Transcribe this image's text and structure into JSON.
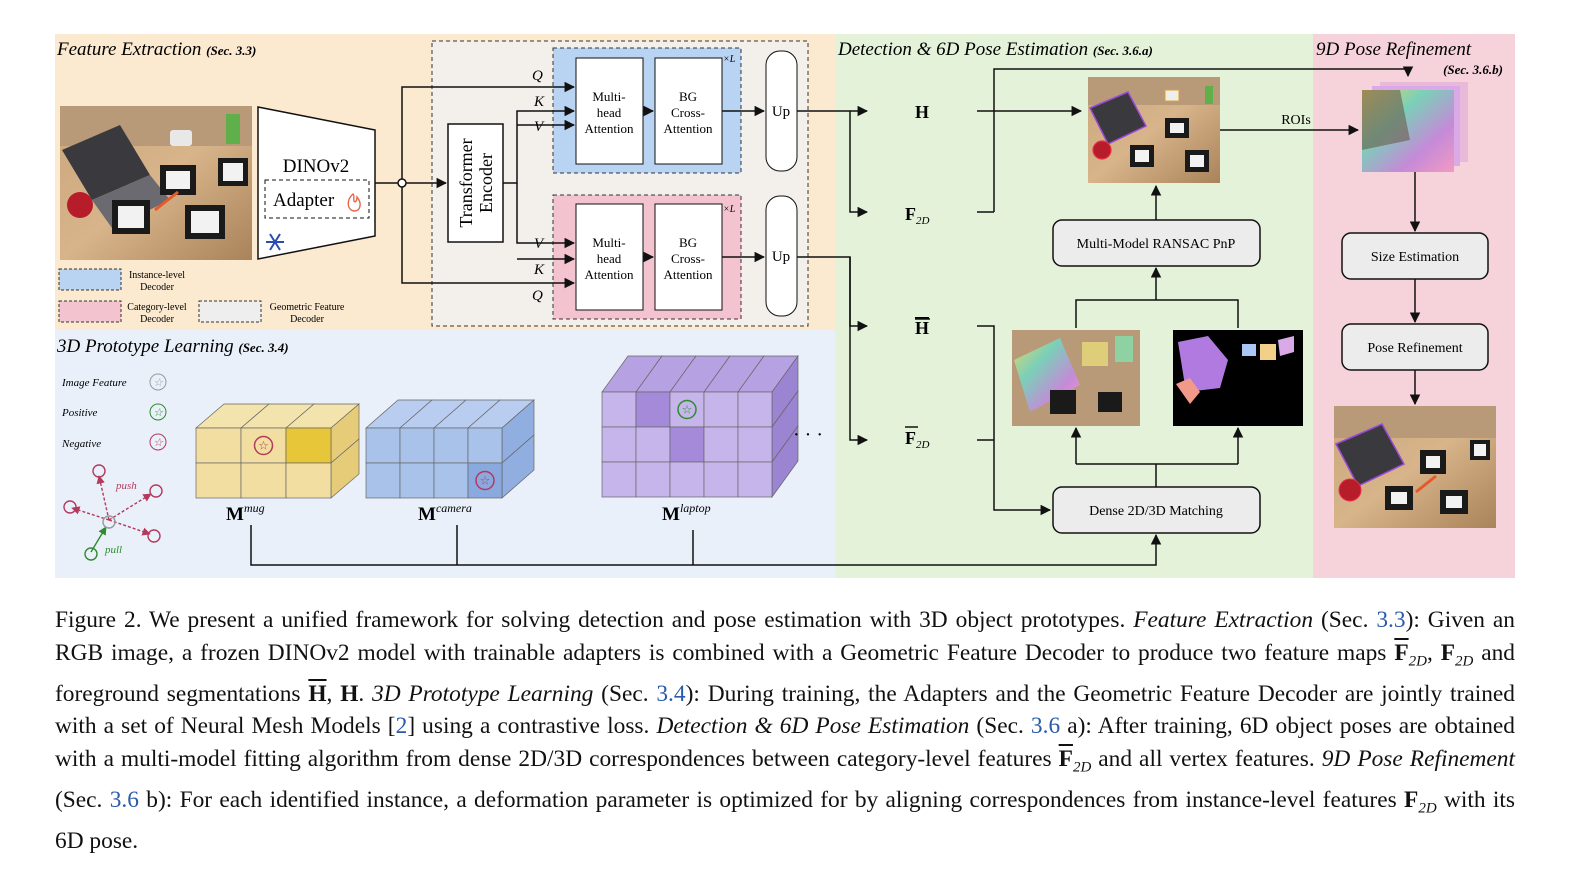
{
  "sections": {
    "feature_extraction": "Feature Extraction",
    "feature_extraction_ref": "(Sec. 3.3)",
    "prototype_learning": "3D Prototype Learning",
    "prototype_learning_ref": "(Sec. 3.4)",
    "detection": "Detection & 6D Pose Estimation",
    "detection_ref": "(Sec. 3.6.a)",
    "refinement": "9D Pose Refinement",
    "refinement_ref": "(Sec. 3.6.b)"
  },
  "blocks": {
    "dinov2": "DINOv2",
    "adapter": "Adapter",
    "transformer_line1": "Transformer",
    "transformer_line2": "Encoder",
    "mha_line1": "Multi-",
    "mha_line2": "head",
    "mha_line3": "Attention",
    "bg_line1": "BG",
    "bg_line2": "Cross-",
    "bg_line3": "Attention",
    "times_l": "×L",
    "up": "Up",
    "q": "Q",
    "k": "K",
    "v": "V",
    "ransac": "Multi-Model RANSAC PnP",
    "matching": "Dense 2D/3D Matching",
    "size_estimation": "Size Estimation",
    "pose_refinement": "Pose Refinement",
    "rois": "ROIs",
    "dots": "· · ·"
  },
  "feature_maps": {
    "h": "H",
    "f2d": "F",
    "f2d_sub": "2D"
  },
  "legend": {
    "instance_level": [
      "Instance-level",
      "Decoder"
    ],
    "category_level": [
      "Category-level",
      "Decoder"
    ],
    "geometric": [
      "Geometric Feature",
      "Decoder"
    ],
    "image_feature": "Image Feature",
    "positive": "Positive",
    "negative": "Negative",
    "push": "push",
    "pull": "pull"
  },
  "prototypes": [
    {
      "base": "M",
      "sup": "mug"
    },
    {
      "base": "M",
      "sup": "camera"
    },
    {
      "base": "M",
      "sup": "laptop"
    }
  ],
  "colors": {
    "feature_bg": "#fbe9d0",
    "prototype_bg": "#e9f0fa",
    "detection_bg": "#e3f2d9",
    "refinement_bg": "#f6d3da",
    "instance_decoder": "#b9d3f2",
    "category_decoder": "#f3c3cf",
    "geometric_decoder": "#eeeeee",
    "mug_cube": "#efd98c",
    "camera_cube": "#9fbbe6",
    "laptop_cube": "#b9a6e0"
  },
  "caption": {
    "p1": "Figure 2.  We present a unified framework for solving detection and pose estimation with 3D object prototypes. ",
    "p2": "Feature Extraction",
    "p3": " (Sec. ",
    "ref1": "3.3",
    "p4": "): Given an RGB image, a frozen DINOv2 model with trainable adapters is combined with a Geometric Feature Decoder to produce two feature maps ",
    "fbar": "F",
    "sub2d": "2D",
    "p5": ", ",
    "p6": " and foreground segmentations ",
    "hbar": "H",
    "p7": ", ",
    "h": "H",
    "p8": ". ",
    "p9": "3D Prototype Learning",
    "p10": " (Sec. ",
    "ref2": "3.4",
    "p11": "): During training, the Adapters and the Geometric Feature Decoder are jointly trained with a set of Neural Mesh Models [",
    "ref3": "2",
    "p12": "] using a contrastive loss. ",
    "p13": "Detection & 6D Pose Estimation",
    "p14": " (Sec. ",
    "ref4": "3.6",
    "p15": " a): After training, 6D object poses are obtained with a multi-model fitting algorithm from dense 2D/3D correspondences between category-level features ",
    "p16": " and all vertex features. ",
    "p17": "9D Pose Refinement",
    "p18": " (Sec. ",
    "ref5": "3.6",
    "p19": " b): For each identified instance, a deformation parameter is optimized for by aligning correspondences from instance-level features ",
    "p20": " with its 6D pose."
  }
}
